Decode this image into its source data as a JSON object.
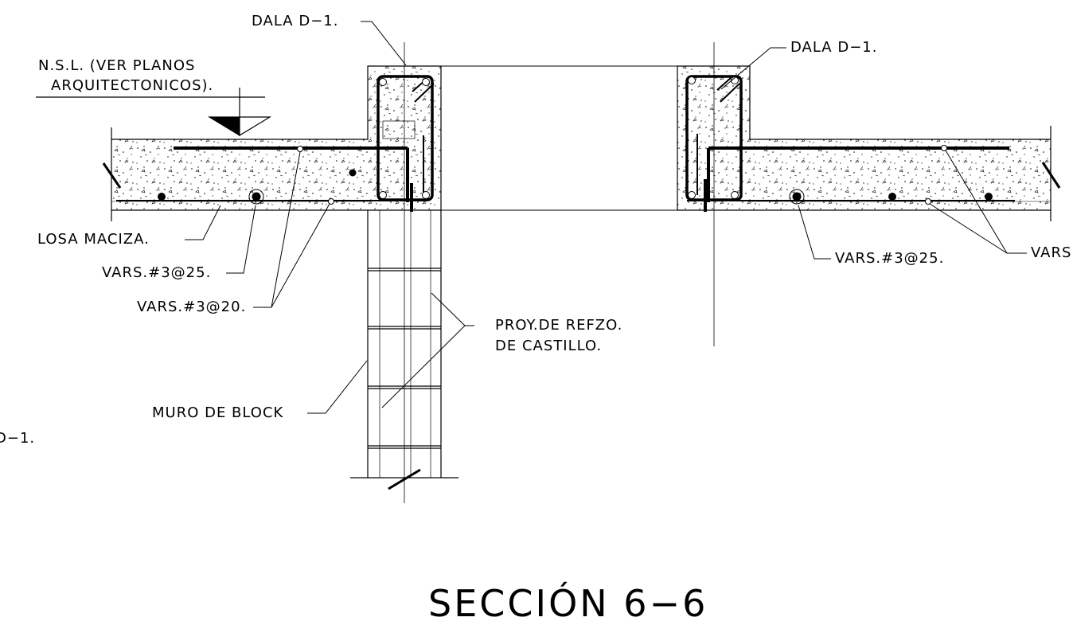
{
  "labels": {
    "dala_left": "DALA D−1.",
    "dala_right": "DALA D−1.",
    "nsl_line1": "N.S.L. (VER PLANOS",
    "nsl_line2": "ARQUITECTONICOS).",
    "losa": "LOSA MACIZA.",
    "vars25_left": "VARS.#3@25.",
    "vars20_left": "VARS.#3@20.",
    "vars25_right": "VARS.#3@25.",
    "vars_right_cut": "VARS",
    "proy_line1": "PROY.DE REFZO.",
    "proy_line2": "DE CASTILLO.",
    "muro": "MURO DE BLOCK",
    "edge_cut": "D−1."
  },
  "section_title": "SECCIÓN  6−6"
}
